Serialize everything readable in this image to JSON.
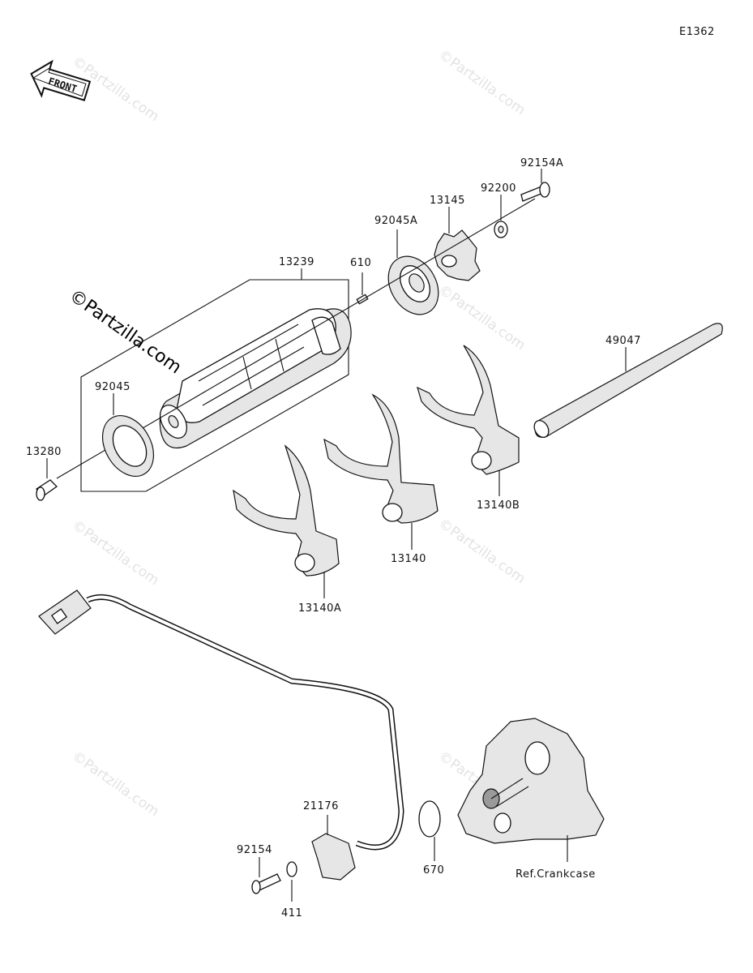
{
  "diagram_code": "E1362",
  "front_arrow_label": "FRONT",
  "watermark": "©Partzilla.com",
  "parts": {
    "p13239": "13239",
    "p610": "610",
    "p92045A": "92045A",
    "p13145": "13145",
    "p92200": "92200",
    "p92154A": "92154A",
    "p49047": "49047",
    "p92045": "92045",
    "p13280": "13280",
    "p13140B": "13140B",
    "p13140": "13140",
    "p13140A": "13140A",
    "p21176": "21176",
    "p92154": "92154",
    "p411": "411",
    "p670": "670",
    "ref_crankcase": "Ref.Crankcase"
  }
}
